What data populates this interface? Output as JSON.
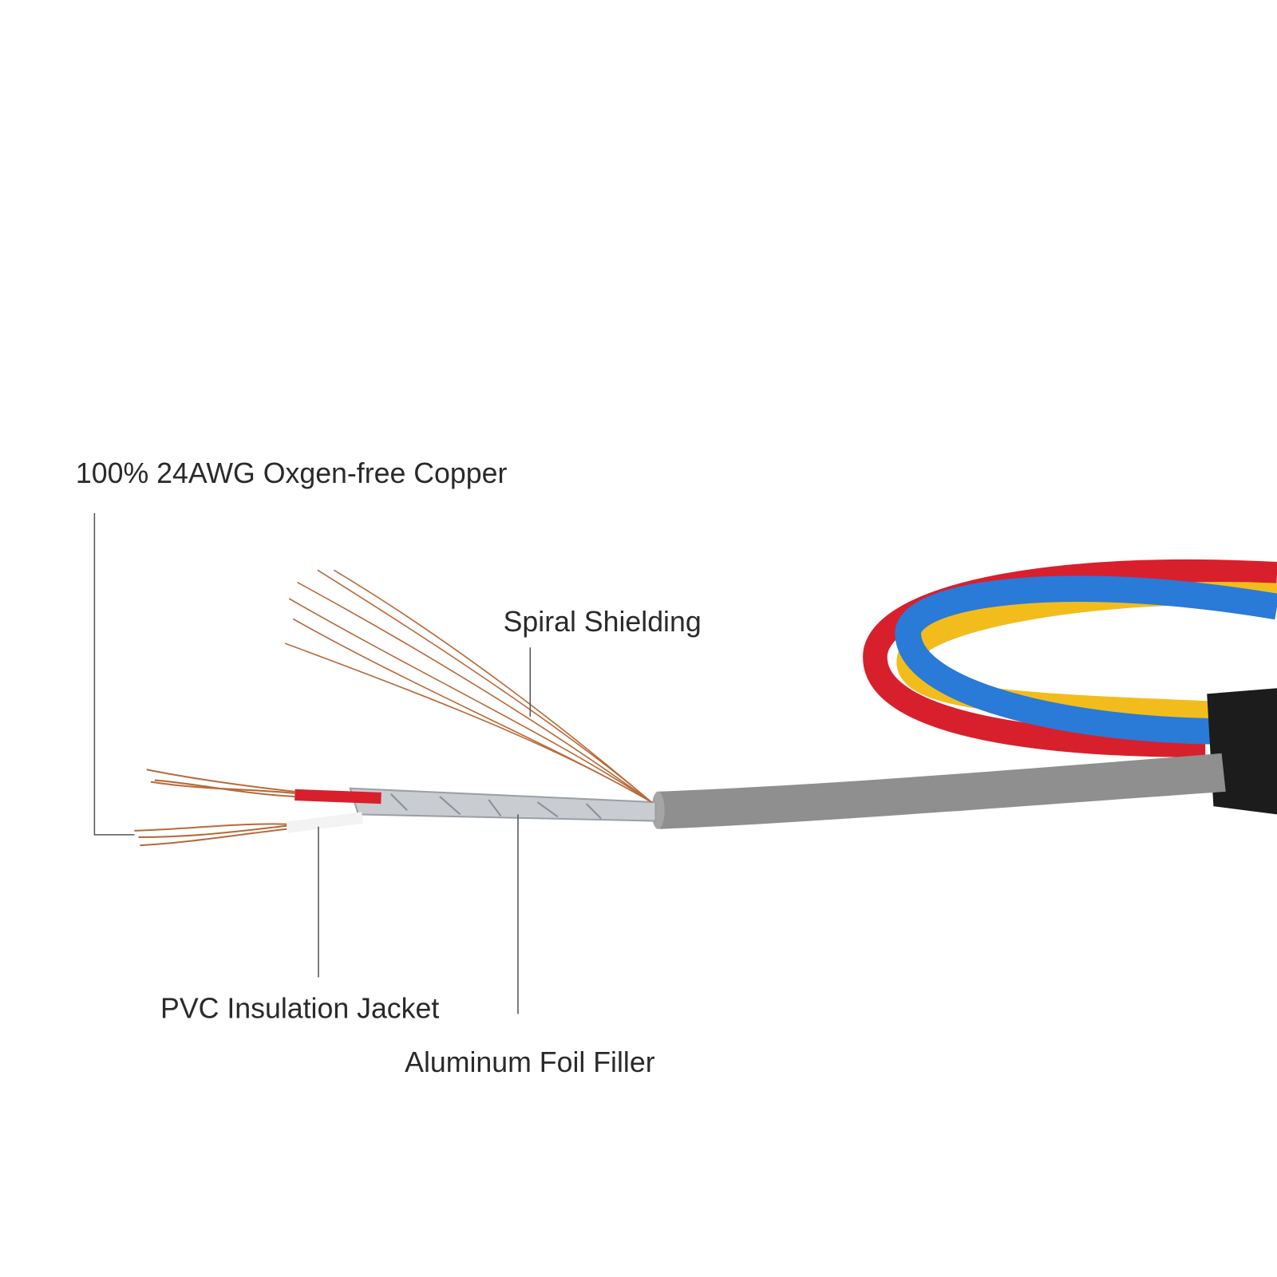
{
  "labels": {
    "copper": "100% 24AWG Oxgen-free Copper",
    "spiral_shielding": "Spiral Shielding",
    "pvc_jacket": "PVC Insulation Jacket",
    "foil_filler": "Aluminum Foil Filler"
  },
  "colors": {
    "background": "#ffffff",
    "red_wire": "#d8202c",
    "blue_wire": "#2a7ad8",
    "yellow_wire": "#f2bd1c",
    "grey_jacket": "#8f8f8f",
    "copper": "#b86a3a",
    "foil": "#c9ccd0",
    "heat_shrink": "#1c1c1c"
  }
}
